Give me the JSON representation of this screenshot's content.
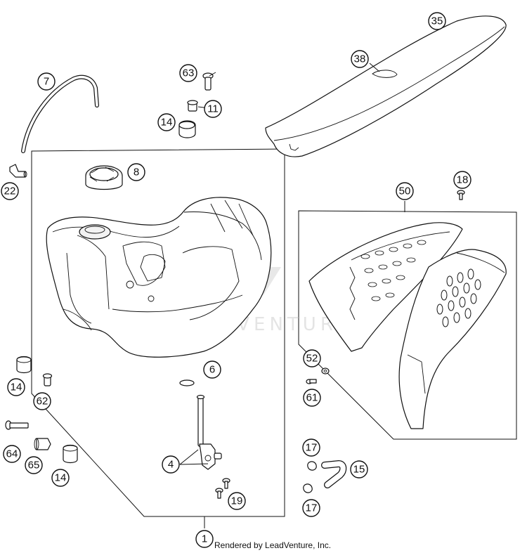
{
  "diagram": {
    "callouts": {
      "c1": "1",
      "c4": "4",
      "c6": "6",
      "c7": "7",
      "c8": "8",
      "c11": "11",
      "c14a": "14",
      "c14b": "14",
      "c14c": "14",
      "c15": "15",
      "c17a": "17",
      "c17b": "17",
      "c18": "18",
      "c19": "19",
      "c22": "22",
      "c35": "35",
      "c38": "38",
      "c50": "50",
      "c52": "52",
      "c61": "61",
      "c62": "62",
      "c63": "63",
      "c64": "64",
      "c65": "65"
    },
    "watermark": "LEADVENTURE",
    "footer": "Rendered by LeadVenture, Inc."
  }
}
